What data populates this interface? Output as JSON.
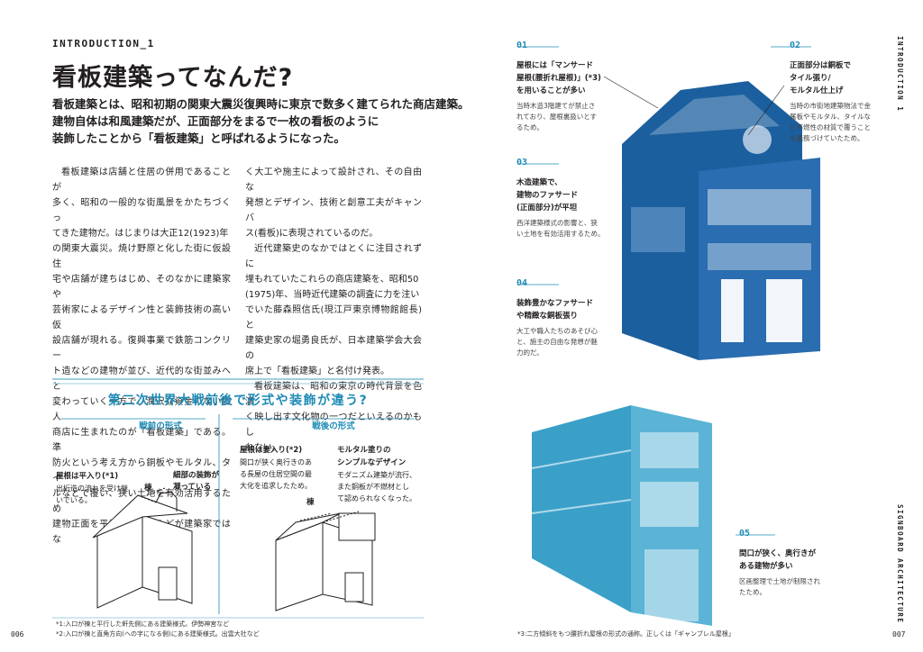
{
  "left_page": {
    "section_label": "INTRODUCTION_1",
    "title": "看板建築ってなんだ?",
    "lead": [
      "看板建築とは、昭和初期の関東大震災復興時に東京で数多く建てられた商店建築。",
      "建物自体は和風建築だが、正面部分をまるで一枚の看板のように",
      "装飾したことから「看板建築」と呼ばれるようになった。"
    ],
    "column1": [
      "看板建築は店舗と住居の併用であることが",
      "多く、昭和の一般的な街風景をかたちづくっ",
      "てきた建物だ。はじまりは大正12(1923)年",
      "の関東大震災。焼け野原と化した街に仮設住",
      "宅や店舗が建ちはじめ、そのなかに建築家や",
      "芸術家によるデザイン性と装飾技術の高い仮",
      "設店舗が現れる。復興事業で鉄筋コンクリー",
      "ト造などの建物が並び、近代的な街並みへと",
      "変わっていく一方で、潤沢な資金のない個人",
      "商店に生まれたのが「看板建築」である。準",
      "防火という考え方から銅板やモルタル、タイ",
      "ルなどで覆い、狭い土地を有効活用するため",
      "建物正面を平坦に。ほとんどが建築家ではな"
    ],
    "column2": [
      "く大工や施主によって設計され、その自由な",
      "発想とデザイン、技術と創意工夫がキャンバ",
      "ス(看板)に表現されているのだ。",
      "近代建築史のなかではとくに注目されずに",
      "埋もれていたこれらの商店建築を、昭和50",
      "(1975)年、当時近代建築の調査に力を注い",
      "でいた藤森照信氏(現江戸東京博物館館長)と",
      "建築史家の堀勇良氏が、日本建築学会大会の",
      "席上で「看板建築」と名付け発表。",
      "看板建築は、昭和の東京の時代背景を色濃",
      "く映し出す文化物の一つだといえるのかもし",
      "れない。"
    ],
    "comparison": {
      "title": "第二次世界大戦前後で形式や装飾が違う?",
      "prewar_label": "戦前の形式",
      "postwar_label": "戦後の形式",
      "pre_note1_head": "屋根は平入り(*1)",
      "pre_note1_body": [
        "出桁造の流れを受け継",
        "いでいる。"
      ],
      "pre_note2_head": [
        "細部の装飾が",
        "凝っている"
      ],
      "ridge": "棟",
      "post_note1_head": "屋根は妻入り(*2)",
      "post_note1_body": [
        "間口が狭く奥行きのあ",
        "る長屋の住居空間の最",
        "大化を追求したため。"
      ],
      "post_note2_head": [
        "モルタル塗りの",
        "シンプルなデザイン"
      ],
      "post_note2_body": [
        "モダニズム建築が流行、",
        "また銅板が不燃材とし",
        "て認められなくなった。"
      ],
      "post_ridge": "棟"
    },
    "footnotes": [
      "*1:入口が棟と平行した軒先側にある建築様式。伊勢神宮など",
      "*2:入口が棟と直角方向(への字になる側)にある建築様式。出雲大社など"
    ],
    "page_number": "006"
  },
  "right_page": {
    "annotations": [
      {
        "num": "01",
        "head": [
          "屋根には「マンサード",
          "屋根(腰折れ屋根)」(*3)",
          "を用いることが多い"
        ],
        "body": [
          "当時木造3階建てが禁止さ",
          "れており、屋根裏扱いとす",
          "るため。"
        ]
      },
      {
        "num": "02",
        "head": [
          "正面部分は銅板で",
          "タイル張り/",
          "モルタル仕上げ"
        ],
        "body": [
          "当時の市街地建築物法で金",
          "属板やモルタル、タイルな",
          "ど不燃性の材質で覆うこと",
          "を義務づけていたため。"
        ]
      },
      {
        "num": "03",
        "head": [
          "木造建築で、",
          "建物のファサード",
          "(正面部分)が平坦"
        ],
        "body": [
          "西洋建築様式の影響と、狭",
          "い土地を有効活用するため。"
        ]
      },
      {
        "num": "04",
        "head": [
          "装飾豊かなファサード",
          "や精緻な銅板張り"
        ],
        "body": [
          "大工や職人たちのあそび心",
          "と、施主の自由な発想が魅",
          "力的だ。"
        ]
      },
      {
        "num": "05",
        "head": [
          "間口が狭く、奥行きが",
          "ある建物が多い"
        ],
        "body": [
          "区画整理で土地が制限され",
          "たため。"
        ]
      }
    ],
    "side_top": "INTRODUCTION 1",
    "side_bottom": "SIGNBOARD ARCHITECTURE",
    "footnote": "*3:二方傾斜をもつ腰折れ屋根の形式の通称。正しくは「ギャンブレル屋根」",
    "page_number": "007"
  },
  "colors": {
    "accent": "#1e8bb5",
    "text": "#231f20",
    "rule": "#9fcfe0"
  }
}
